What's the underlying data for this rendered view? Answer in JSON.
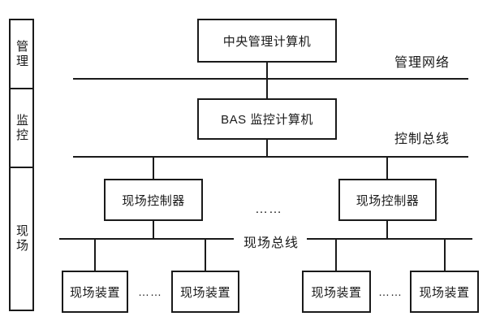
{
  "colors": {
    "line": "#1a1a1a",
    "text": "#1a1a1a",
    "background": "#ffffff"
  },
  "sidebar": {
    "levels": [
      {
        "label": "管理"
      },
      {
        "label": "监控"
      },
      {
        "label": "现场"
      }
    ]
  },
  "nodes": {
    "central_computer": "中央管理计算机",
    "bas_computer": "BAS 监控计算机",
    "field_controllers": [
      {
        "label": "现场控制器"
      },
      {
        "label": "现场控制器"
      }
    ],
    "field_devices": [
      {
        "label": "现场装置"
      },
      {
        "label": "现场装置"
      },
      {
        "label": "现场装置"
      },
      {
        "label": "现场装置"
      }
    ]
  },
  "bus_labels": {
    "management_network": "管理网络",
    "control_bus": "控制总线",
    "field_bus": "现场总线"
  },
  "ellipsis": {
    "between_controllers": "……",
    "between_devices_left": "……",
    "between_devices_right": "……"
  }
}
